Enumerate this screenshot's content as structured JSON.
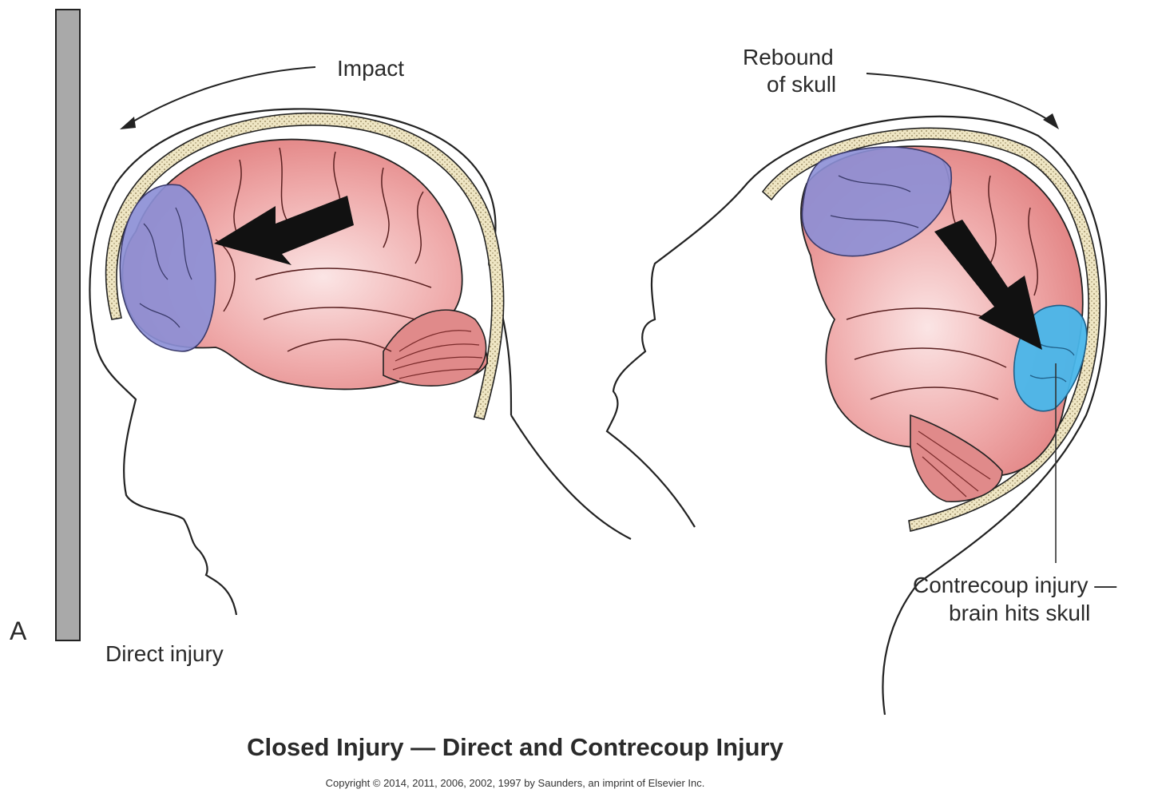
{
  "labels": {
    "impact": "Impact",
    "rebound_line1": "Rebound",
    "rebound_line2": "of skull",
    "direct_injury": "Direct injury",
    "contrecoup_line1": "Contrecoup injury —",
    "contrecoup_line2": "brain hits skull",
    "panel": "A"
  },
  "title": "Closed Injury — Direct and Contrecoup Injury",
  "copyright": "Copyright © 2014, 2011, 2006, 2002, 1997 by Saunders, an imprint of Elsevier Inc.",
  "colors": {
    "brain": "#e58a8a",
    "brain_light": "#f6cfcf",
    "contusion_direct": "#8c8fd6",
    "contusion_contrecoup": "#49b6ea",
    "skull": "#efe6c4",
    "wall": "#a9a9a9",
    "arrow": "#111111"
  }
}
